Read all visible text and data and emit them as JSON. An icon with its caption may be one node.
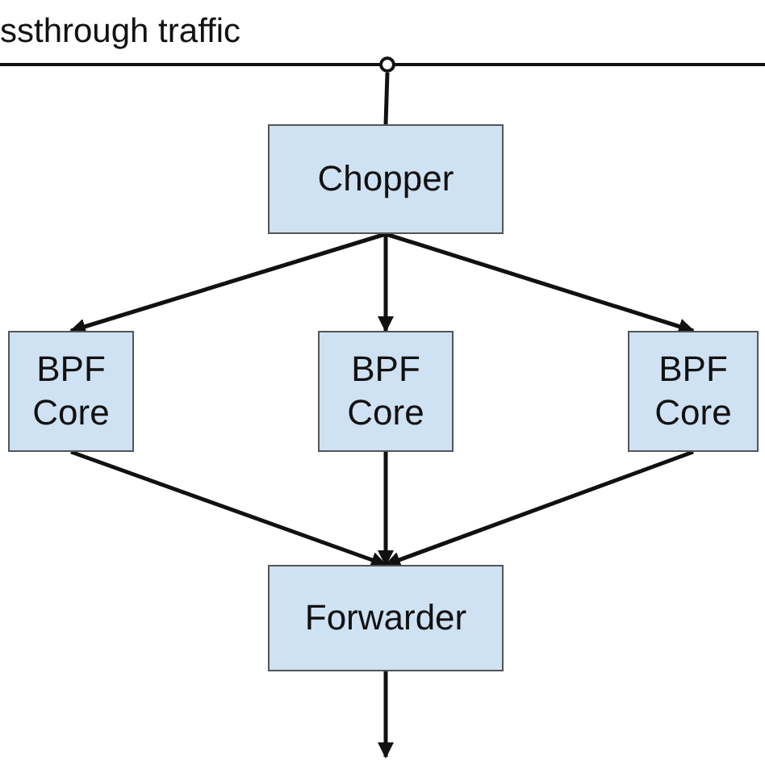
{
  "diagram": {
    "nodes": [
      {
        "text": [],
        "shape": "circle"
      },
      {
        "text": [
          "Chopper"
        ]
      },
      {
        "text": [
          "BPF Core"
        ]
      },
      {
        "text": [
          "BPF Core"
        ]
      },
      {
        "text": [
          "BPF Core"
        ]
      },
      {
        "text": [
          "Forwarder"
        ]
      }
    ],
    "edges": [
      {
        "from": 0,
        "to": 1,
        "arrow": "none"
      },
      {
        "from": 1,
        "to": 2,
        "arrow": "to"
      },
      {
        "from": 1,
        "to": 3,
        "arrow": "to"
      },
      {
        "from": 1,
        "to": 4,
        "arrow": "to"
      },
      {
        "from": 2,
        "to": 5,
        "arrow": "to"
      },
      {
        "from": 3,
        "to": 5,
        "arrow": "to"
      },
      {
        "from": 4,
        "to": 5,
        "arrow": "to"
      },
      {
        "from": 5,
        "to": null,
        "arrow": "to"
      }
    ],
    "labels": [
      "ssthrough traffic"
    ]
  }
}
